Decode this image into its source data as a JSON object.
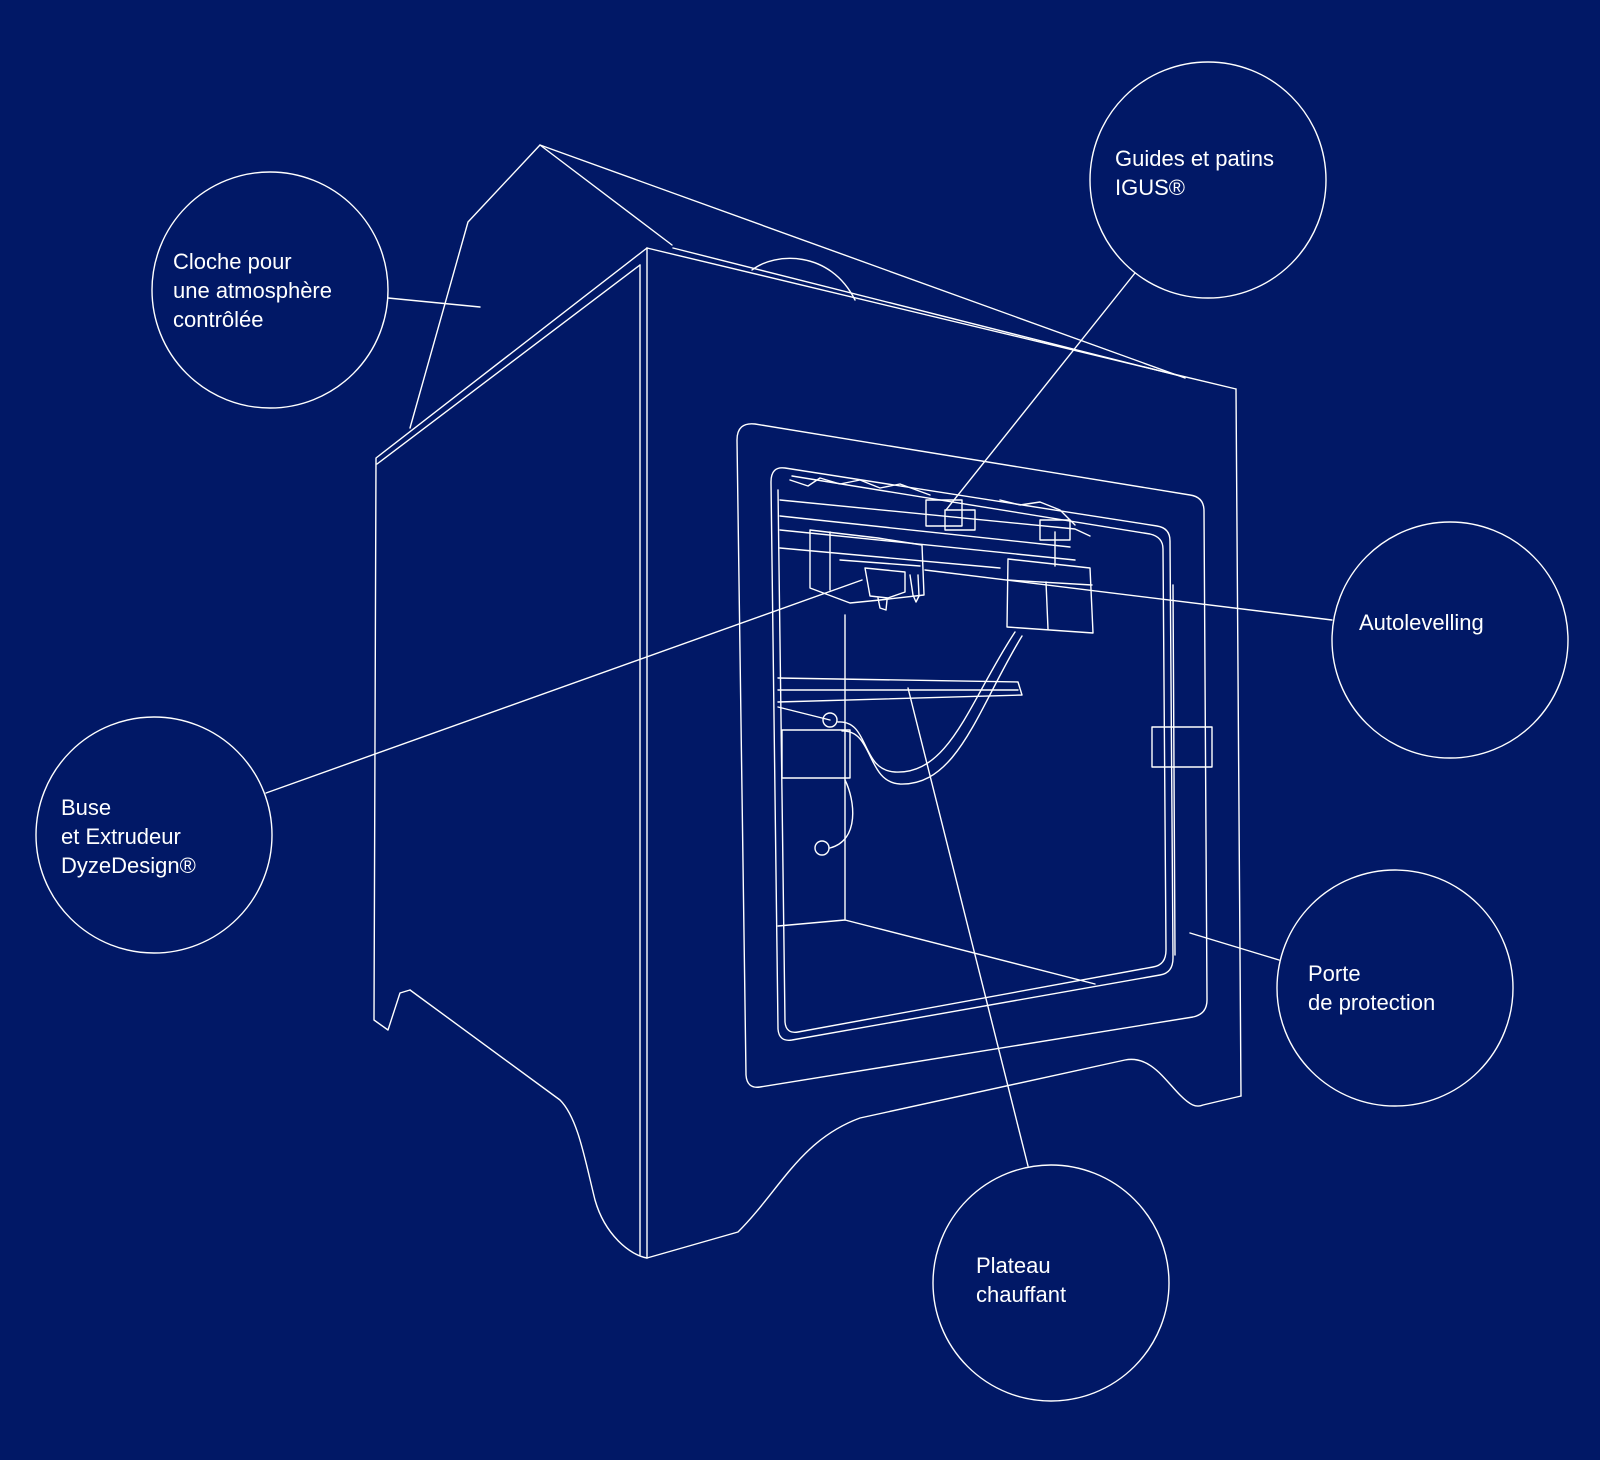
{
  "diagram": {
    "colors": {
      "background": "#011866",
      "line": "#ffffff"
    },
    "callouts": [
      {
        "id": "cloche",
        "lines": [
          "Cloche pour",
          "une atmosphère",
          "contrôlée"
        ]
      },
      {
        "id": "guides",
        "lines": [
          "Guides et patins",
          "IGUS®"
        ]
      },
      {
        "id": "autolevelling",
        "lines": [
          "Autolevelling"
        ]
      },
      {
        "id": "buse",
        "lines": [
          "Buse",
          "et Extrudeur",
          "DyzeDesign®"
        ]
      },
      {
        "id": "porte",
        "lines": [
          "Porte",
          "de protection"
        ]
      },
      {
        "id": "plateau",
        "lines": [
          "Plateau",
          "chauffant"
        ]
      }
    ]
  }
}
